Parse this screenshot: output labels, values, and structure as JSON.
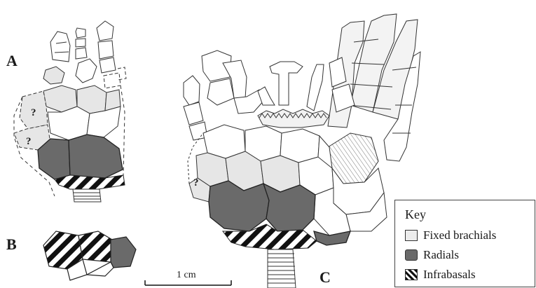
{
  "panels": {
    "a": "A",
    "b": "B",
    "c": "C"
  },
  "question_mark": "?",
  "scale_bar": {
    "label": "1 cm"
  },
  "key": {
    "title": "Key",
    "items": [
      {
        "label": "Fixed brachials",
        "color": "#ececec"
      },
      {
        "label": "Radials",
        "color": "#6a6a6a"
      },
      {
        "label": "Infrabasals",
        "color": "#111111"
      }
    ]
  }
}
